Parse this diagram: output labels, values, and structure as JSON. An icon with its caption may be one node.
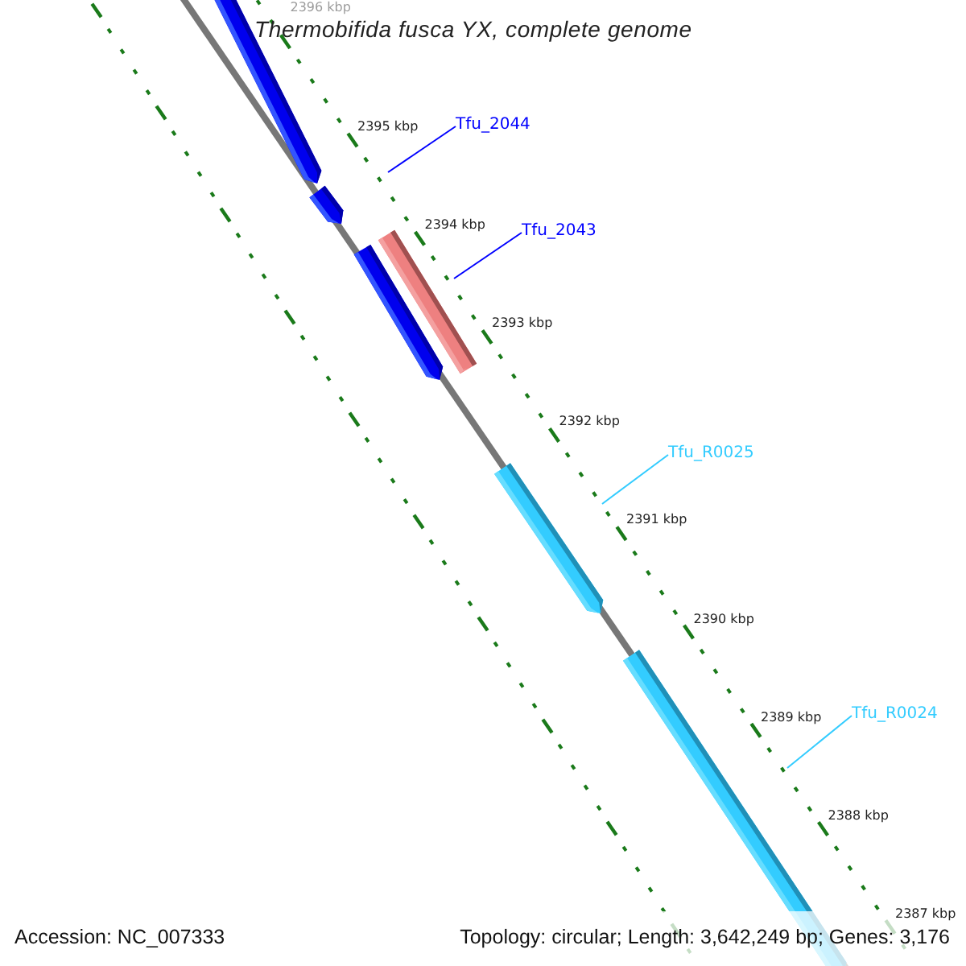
{
  "diagram": {
    "title": "Thermobifida fusca YX, complete genome",
    "nodes": [
      {
        "text": [
          "Tfu_2044"
        ]
      },
      {
        "text": [
          "Tfu_2043"
        ]
      },
      {
        "text": [
          "Tfu_R0025"
        ]
      },
      {
        "text": [
          "Tfu_R0024"
        ]
      }
    ],
    "edges": [
      {
        "from": 0,
        "to": null,
        "arrow": "none",
        "color": "#0000ff"
      },
      {
        "from": 1,
        "to": null,
        "arrow": "none",
        "color": "#0000ff"
      },
      {
        "from": 2,
        "to": null,
        "arrow": "none",
        "color": "#33ccff"
      },
      {
        "from": 3,
        "to": null,
        "arrow": "none",
        "color": "#33ccff"
      }
    ],
    "labels": [
      "2396 kbp",
      "2395 kbp",
      "2394 kbp",
      "2393 kbp",
      "2392 kbp",
      "2391 kbp",
      "2390 kbp",
      "2389 kbp",
      "2388 kbp",
      "2387 kbp",
      "Accession: NC_007333",
      "Topology: circular; Length: 3,642,249 bp; Genes: 3,176"
    ]
  }
}
